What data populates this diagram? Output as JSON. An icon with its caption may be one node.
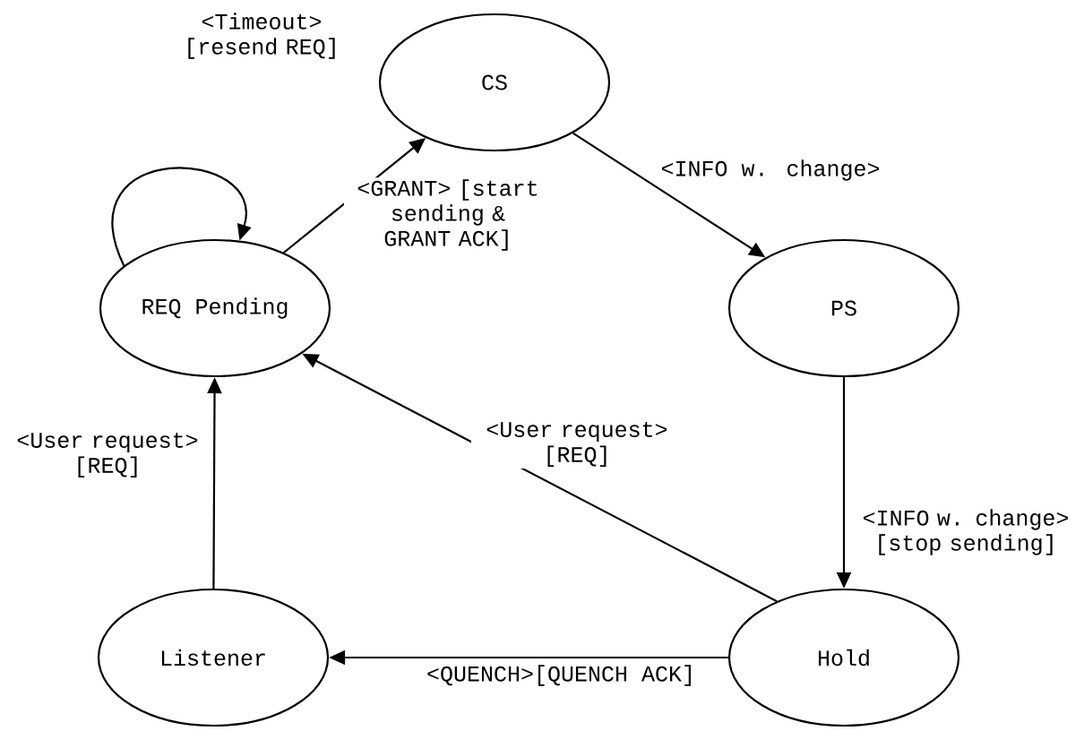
{
  "diagram": {
    "nodes": [
      {
        "text": [
          "REQ Pending"
        ]
      },
      {
        "text": [
          "CS"
        ]
      },
      {
        "text": [
          "PS"
        ]
      },
      {
        "text": [
          "Hold"
        ]
      },
      {
        "text": [
          "Listener"
        ]
      }
    ],
    "edges": [
      {
        "from": 0,
        "to": 0,
        "arrow": "to",
        "label": "<Timeout> [resend REQ]"
      },
      {
        "from": 0,
        "to": 1,
        "arrow": "to",
        "label": "<GRANT> [start sending & GRANT ACK]"
      },
      {
        "from": 1,
        "to": 2,
        "arrow": "to",
        "label": "<INFO w. change>"
      },
      {
        "from": 2,
        "to": 3,
        "arrow": "to",
        "label": "<INFO w. change> [stop sending]"
      },
      {
        "from": 3,
        "to": 0,
        "arrow": "to",
        "label": "<User request> [REQ]"
      },
      {
        "from": 3,
        "to": 4,
        "arrow": "to",
        "label": "<QUENCH>[QUENCH ACK]"
      },
      {
        "from": 4,
        "to": 0,
        "arrow": "to",
        "label": "<User request> [REQ]"
      }
    ]
  }
}
